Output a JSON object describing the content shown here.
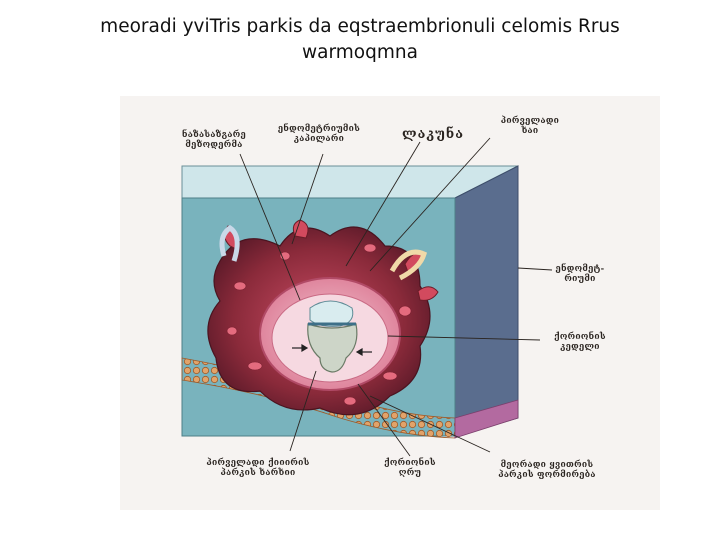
{
  "slide": {
    "title": "meoradi yviTris parkis da eqstraembrionuli celomis Rrus warmoqmna"
  },
  "figure": {
    "labels": {
      "cytotrophoblast": "ნაზასაზგარე\nმეზოდერმა",
      "endometrial_capillary": "ენდომეტრიუმის\nკაპილარი",
      "lacuna": "ლაკუნა",
      "primary_yolk_sac": "პირველადი\nხაი",
      "endometrium": "ენდომეტ-\nრიუმი",
      "chorionic_cavity": "ქორიონის\nკედელი",
      "primary_villi": "პირველადი ქიიირის\nპარკის ხარხიი",
      "chorionic_wall": "ქორიონის\nღრუ",
      "secondary_yolk_sac": "მეორადი  ყვითრის\nპარკის  ფორმირება"
    },
    "colors": {
      "endometrium": "#79b3bd",
      "endometrium_side": "#5a6d8e",
      "trophoblast": "#8a2a3a",
      "chorion": "#e38aa0",
      "yolk": "#cdd5c8"
    }
  }
}
